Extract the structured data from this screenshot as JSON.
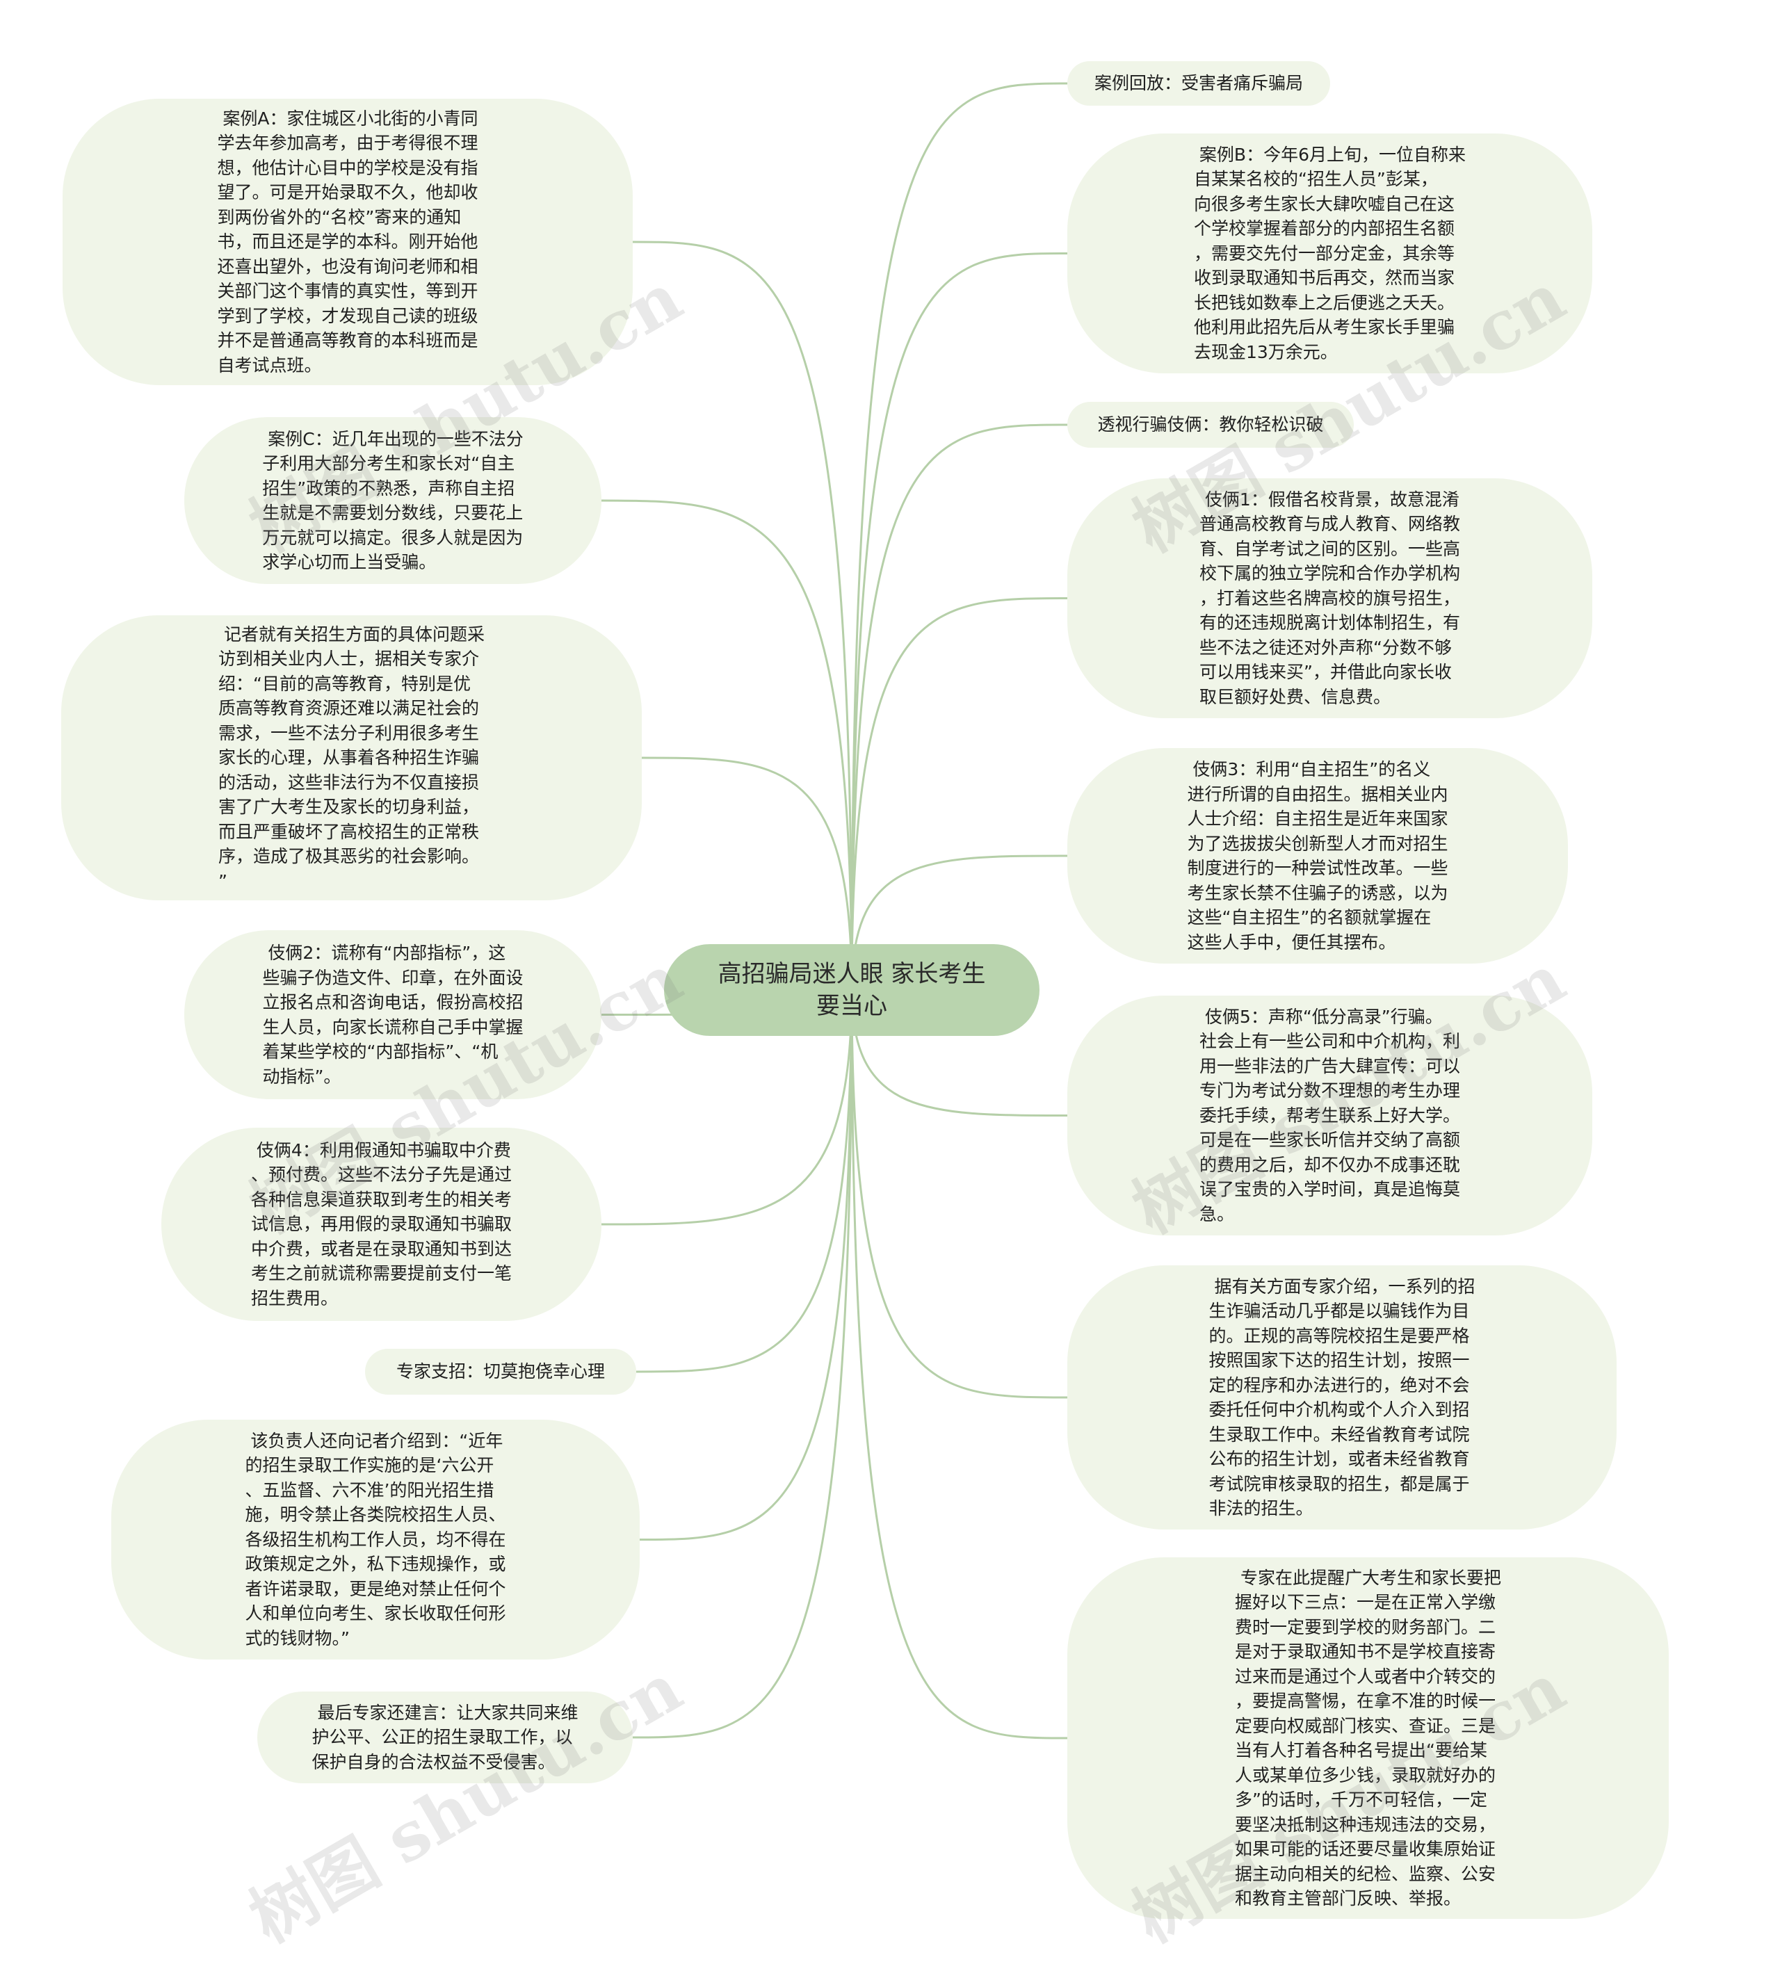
{
  "root": {
    "label": "高招骗局迷人眼 家长考生\n要当心"
  },
  "nodes": {
    "case_review": "案例回放：受害者痛斥骗局",
    "case_a": " 案例A：家住城区小北街的小青同\n学去年参加高考，由于考得很不理\n想，他估计心目中的学校是没有指\n望了。可是开始录取不久，他却收\n到两份省外的“名校”寄来的通知\n书，而且还是学的本科。刚开始他\n还喜出望外，也没有询问老师和相\n关部门这个事情的真实性，等到开\n学到了学校，才发现自己读的班级\n并不是普通高等教育的本科班而是\n自考试点班。",
    "case_b": " 案例B：今年6月上旬，一位自称来\n自某某名校的“招生人员”彭某，\n向很多考生家长大肆吹嘘自己在这\n个学校掌握着部分的内部招生名额\n，需要交先付一部分定金，其余等\n收到录取通知书后再交，然而当家\n长把钱如数奉上之后便逃之夭夭。\n他利用此招先后从考生家长手里骗\n去现金13万余元。",
    "case_c": " 案例C：近几年出现的一些不法分\n子利用大部分考生和家长对“自主\n招生”政策的不熟悉，声称自主招\n生就是不需要划分数线，只要花上\n万元就可以搞定。很多人就是因为\n求学心切而上当受骗。",
    "see_through": "透视行骗伎俩：教你轻松识破",
    "trick1": " 伎俩1：假借名校背景，故意混淆\n普通高校教育与成人教育、网络教\n育、自学考试之间的区别。一些高\n校下属的独立学院和合作办学机构\n，打着这些名牌高校的旗号招生，\n有的还违规脱离计划体制招生，有\n些不法之徒还对外声称“分数不够\n可以用钱来买”，并借此向家长收\n取巨额好处费、信息费。",
    "reporter": " 记者就有关招生方面的具体问题采\n访到相关业内人士，据相关专家介\n绍：“目前的高等教育，特别是优\n质高等教育资源还难以满足社会的\n需求，一些不法分子利用很多考生\n家长的心理，从事着各种招生诈骗\n的活动，这些非法行为不仅直接损\n害了广大考生及家长的切身利益，\n而且严重破坏了高校招生的正常秩\n序，造成了极其恶劣的社会影响。\n”",
    "trick3": " 伎俩3：利用“自主招生”的名义\n进行所谓的自由招生。据相关业内\n人士介绍：自主招生是近年来国家\n为了选拔拔尖创新型人才而对招生\n制度进行的一种尝试性改革。一些\n考生家长禁不住骗子的诱惑，以为\n这些“自主招生”的名额就掌握在\n这些人手中，便任其摆布。",
    "trick2": " 伎俩2：谎称有“内部指标”，这\n些骗子伪造文件、印章，在外面设\n立报名点和咨询电话，假扮高校招\n生人员，向家长谎称自己手中掌握\n着某些学校的“内部指标”、“机\n动指标”。",
    "trick5": " 伎俩5：声称“低分高录”行骗。\n社会上有一些公司和中介机构，利\n用一些非法的广告大肆宣传：可以\n专门为考试分数不理想的考生办理\n委托手续，帮考生联系上好大学。\n可是在一些家长听信并交纳了高额\n的费用之后，却不仅办不成事还耽\n误了宝贵的入学时间，真是追悔莫\n急。",
    "trick4": " 伎俩4：利用假通知书骗取中介费\n、预付费。这些不法分子先是通过\n各种信息渠道获取到考生的相关考\n试信息，再用假的录取通知书骗取\n中介费，或者是在录取通知书到达\n考生之前就谎称需要提前支付一笔\n招生费用。",
    "expert_intro": " 据有关方面专家介绍，一系列的招\n生诈骗活动几乎都是以骗钱作为目\n的。正规的高等院校招生是要严格\n按照国家下达的招生计划，按照一\n定的程序和办法进行的，绝对不会\n委托任何中介机构或个人介入到招\n生录取工作中。未经省教育考试院\n公布的招生计划，或者未经省教育\n考试院审核录取的招生，都是属于\n非法的招生。",
    "expert_tip": "专家支招：切莫抱侥幸心理",
    "official": " 该负责人还向记者介绍到：“近年\n的招生录取工作实施的是‘六公开\n、五监督、六不准’的阳光招生措\n施，明令禁止各类院校招生人员、\n各级招生机构工作人员，均不得在\n政策规定之外，私下违规操作，或\n者许诺录取，更是绝对禁止任何个\n人和单位向考生、家长收取任何形\n式的钱财物。”",
    "remind": " 专家在此提醒广大考生和家长要把\n握好以下三点：一是在正常入学缴\n费时一定要到学校的财务部门。二\n是对于录取通知书不是学校直接寄\n过来而是通过个人或者中介转交的\n，要提高警惕，在拿不准的时候一\n定要向权威部门核实、查证。三是\n当有人打着各种名号提出“要给某\n人或某单位多少钱，录取就好办的\n多”的话时，千万不可轻信，一定\n要坚决抵制这种违规违法的交易，\n如果可能的话还要尽量收集原始证\n据主动向相关的纪检、监察、公安\n和教育主管部门反映、举报。",
    "final": " 最后专家还建言：让大家共同来维\n护公平、公正的招生录取工作，以\n保护自身的合法权益不受侵害。"
  },
  "watermark": "树图 shutu.cn",
  "colors": {
    "root_fill": "#b9d4ae",
    "node_fill": "#f0f5e8",
    "edge": "#b5cfa8",
    "background": "#ffffff"
  }
}
